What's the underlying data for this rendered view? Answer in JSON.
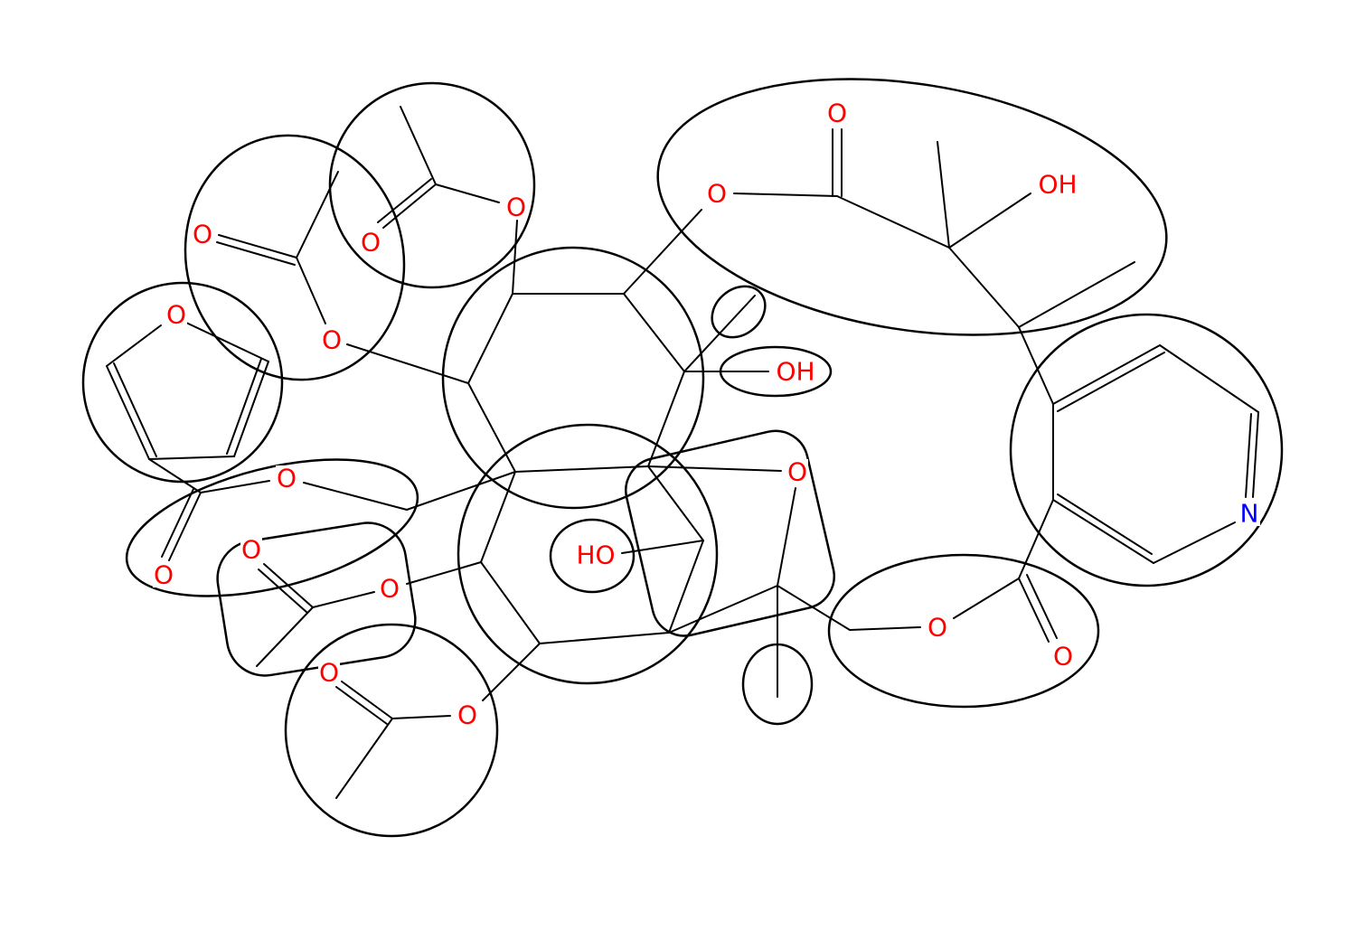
{
  "colors": {
    "bond": "#000000",
    "outline": "#000000",
    "oxygen": "#ff0000",
    "nitrogen": "#0000ff",
    "background": "#ffffff"
  },
  "atoms": {
    "o_furan": "O",
    "o_acyl_top": "O",
    "o_ester_top": "O",
    "o_carbonyl_left": "O",
    "o_ester_left": "O",
    "o_top_center": "O",
    "o_carbonyl_top": "O",
    "oh_top_right": "OH",
    "oh_center": "OH",
    "o_ring": "O",
    "o_mid_left": "O",
    "o_carbonyl_furoyl": "O",
    "o_carbonyl_mid": "O",
    "o_ester_mid": "O",
    "ho_center": "HO",
    "o_carbonyl_low": "O",
    "o_ester_low": "O",
    "o_ester_right": "O",
    "o_carbonyl_right": "O",
    "n_pyridine": "N"
  }
}
